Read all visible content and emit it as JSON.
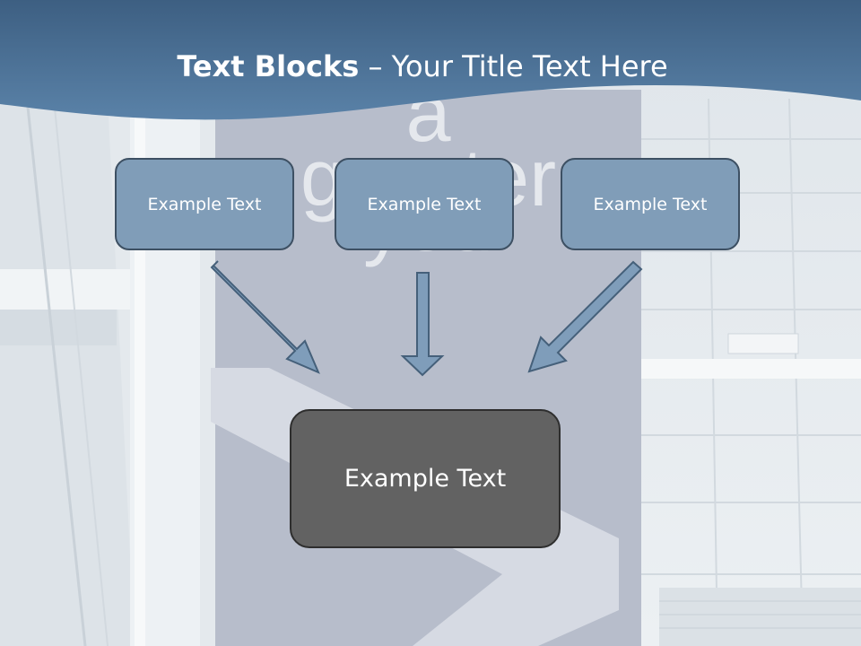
{
  "slide": {
    "title_bold": "Text Blocks",
    "title_sep": " – ",
    "title_rest": "Your Title Text Here"
  },
  "background_text": {
    "line1": "a",
    "line2": "greater",
    "line3": "you"
  },
  "top_boxes": [
    {
      "label": "Example Text"
    },
    {
      "label": "Example Text"
    },
    {
      "label": "Example Text"
    }
  ],
  "bottom_box": {
    "label": "Example Text"
  },
  "colors": {
    "header": "#4d7499",
    "small_box_fill": "#809db8",
    "small_box_border": "#3d5063",
    "big_box_fill": "#626262",
    "arrow_fill": "#7f9dba",
    "arrow_stroke": "#45607a"
  }
}
